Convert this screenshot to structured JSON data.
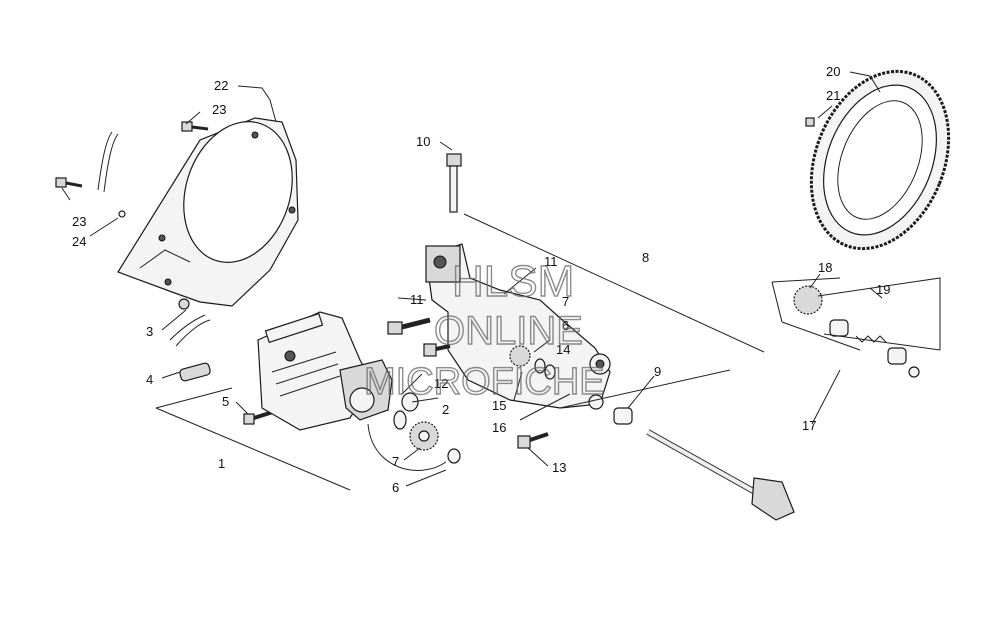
{
  "watermark": {
    "line1": "HLSM",
    "line2": "ONLINE",
    "line3": "MICROFICHE"
  },
  "callouts": [
    {
      "id": "c22a",
      "text": "22"
    },
    {
      "id": "c23a",
      "text": "23"
    },
    {
      "id": "c23b",
      "text": "23"
    },
    {
      "id": "c24",
      "text": "24"
    },
    {
      "id": "c10",
      "text": "10"
    },
    {
      "id": "c3",
      "text": "3"
    },
    {
      "id": "c4",
      "text": "4"
    },
    {
      "id": "c5",
      "text": "5"
    },
    {
      "id": "c1",
      "text": "1"
    },
    {
      "id": "c7a",
      "text": "7"
    },
    {
      "id": "c6a",
      "text": "6"
    },
    {
      "id": "c2",
      "text": "2"
    },
    {
      "id": "c12",
      "text": "12"
    },
    {
      "id": "c11a",
      "text": "11"
    },
    {
      "id": "c11b",
      "text": "11"
    },
    {
      "id": "c7b",
      "text": "7"
    },
    {
      "id": "c6b",
      "text": "6"
    },
    {
      "id": "c14",
      "text": "14"
    },
    {
      "id": "c15",
      "text": "15"
    },
    {
      "id": "c16",
      "text": "16"
    },
    {
      "id": "c13",
      "text": "13"
    },
    {
      "id": "c8",
      "text": "8"
    },
    {
      "id": "c9",
      "text": "9"
    },
    {
      "id": "c17",
      "text": "17"
    },
    {
      "id": "c18",
      "text": "18"
    },
    {
      "id": "c19",
      "text": "19"
    },
    {
      "id": "c20",
      "text": "20"
    },
    {
      "id": "c21",
      "text": "21"
    }
  ]
}
